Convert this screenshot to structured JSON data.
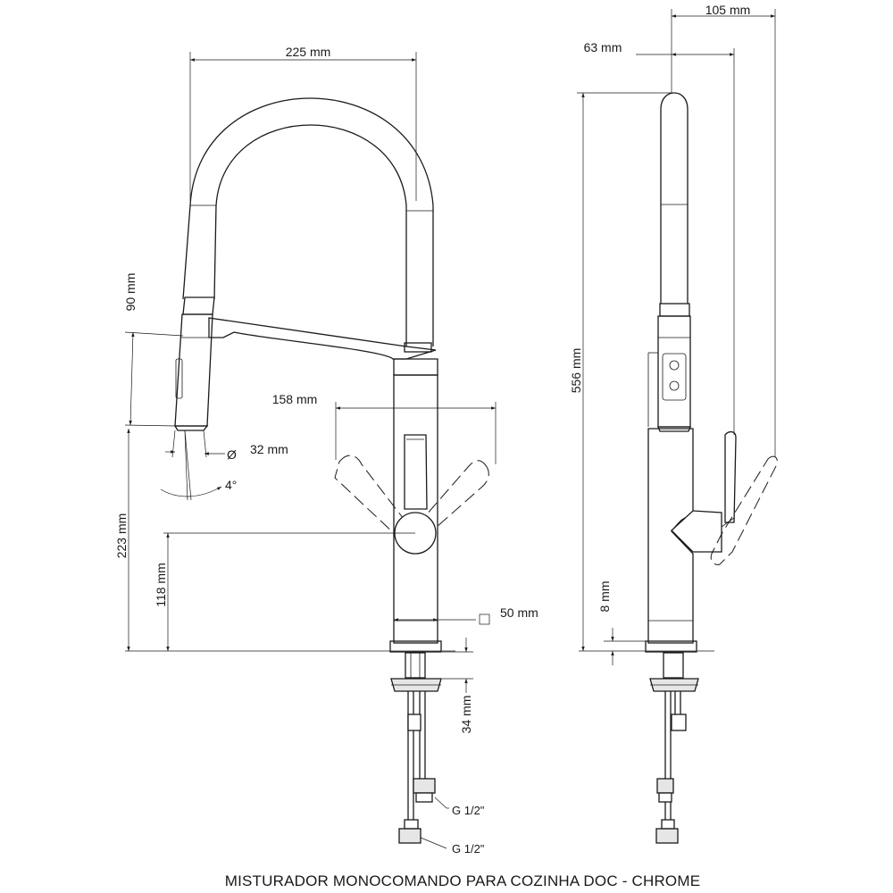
{
  "dimensions": {
    "width_front": "225 mm",
    "spray_head": "90 mm",
    "handle_spread": "158 mm",
    "outlet_diameter": "32 mm",
    "angle": "4°",
    "height_to_lever": "223 mm",
    "height_to_pivot": "118 mm",
    "base": "50 mm",
    "thread_length": "34 mm",
    "total_depth": "105 mm",
    "reach": "63 mm",
    "total_height": "556 mm",
    "base_height": "8 mm"
  },
  "symbols": {
    "diameter": "Ø",
    "square": "□"
  },
  "connections": {
    "hose_1": "G 1/2\"",
    "hose_2": "G 1/2\""
  },
  "caption": "MISTURADOR MONOCOMANDO PARA COZINHA DOC - CHROME"
}
